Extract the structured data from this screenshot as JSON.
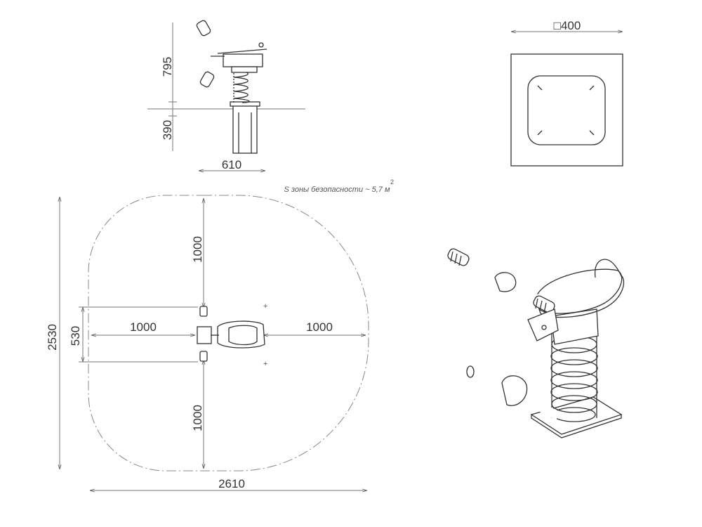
{
  "dimensions": {
    "side_height_above": "795",
    "side_height_below": "390",
    "side_width": "610",
    "top_size": "□400",
    "zone_height": "2530",
    "seat_width": "530",
    "zone_left": "1000",
    "zone_right": "1000",
    "zone_top": "1000",
    "zone_bottom": "1000",
    "zone_width": "2610"
  },
  "safety_zone_note": "S зоны безопасности ~ 5,7 м",
  "safety_zone_note_sup": "2",
  "colors": {
    "line": "#333333",
    "dim_line": "#777777"
  }
}
